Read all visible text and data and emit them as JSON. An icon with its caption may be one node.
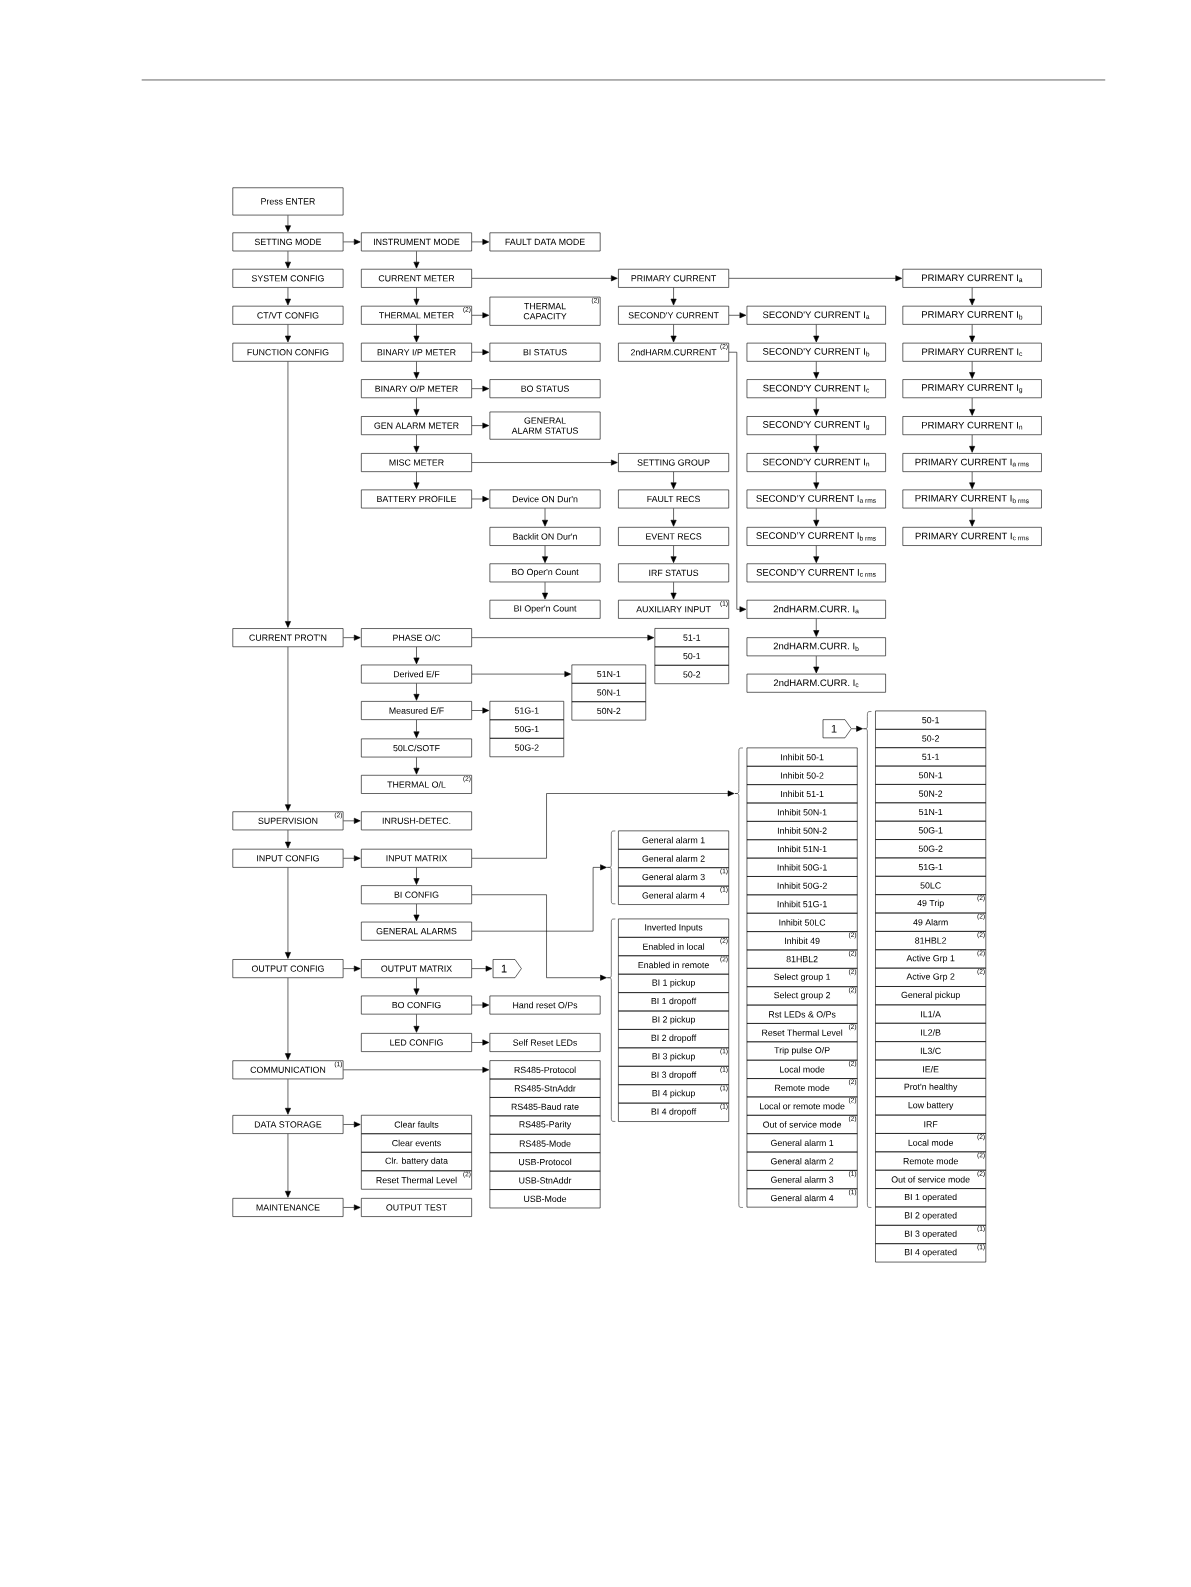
{
  "diagram": {
    "nodes": [
      {
        "text": [
          "Press ENTER"
        ]
      },
      {
        "text": [
          "SETTING MODE"
        ]
      },
      {
        "text": [
          "SYSTEM CONFIG"
        ]
      },
      {
        "text": [
          "CT/VT CONFIG"
        ]
      },
      {
        "text": [
          "FUNCTION CONFIG"
        ]
      },
      {
        "text": [
          "CURRENT PROT'N"
        ]
      },
      {
        "text": [
          "SUPERVISION",
          "(2)"
        ]
      },
      {
        "text": [
          "INPUT CONFIG"
        ]
      },
      {
        "text": [
          "OUTPUT CONFIG"
        ]
      },
      {
        "text": [
          "COMMUNICATION",
          "(1)"
        ]
      },
      {
        "text": [
          "DATA STORAGE"
        ]
      },
      {
        "text": [
          "MAINTENANCE"
        ]
      },
      {
        "text": [
          "INSTRUMENT MODE"
        ]
      },
      {
        "text": [
          "CURRENT METER"
        ]
      },
      {
        "text": [
          "THERMAL METER",
          "(2)"
        ]
      },
      {
        "text": [
          "BINARY I/P METER"
        ]
      },
      {
        "text": [
          "BINARY O/P METER"
        ]
      },
      {
        "text": [
          "GEN ALARM METER"
        ]
      },
      {
        "text": [
          "MISC METER"
        ]
      },
      {
        "text": [
          "BATTERY PROFILE"
        ]
      },
      {
        "text": [
          "PHASE O/C"
        ]
      },
      {
        "text": [
          "Derived E/F"
        ]
      },
      {
        "text": [
          "Measured E/F"
        ]
      },
      {
        "text": [
          "50LC/SOTF"
        ]
      },
      {
        "text": [
          "THERMAL O/L",
          "(2)"
        ]
      },
      {
        "text": [
          "INRUSH-DETEC."
        ]
      },
      {
        "text": [
          "INPUT MATRIX"
        ]
      },
      {
        "text": [
          "BI CONFIG"
        ]
      },
      {
        "text": [
          "GENERAL ALARMS"
        ]
      },
      {
        "text": [
          "OUTPUT MATRIX"
        ]
      },
      {
        "text": [
          "BO CONFIG"
        ]
      },
      {
        "text": [
          "LED CONFIG"
        ]
      },
      {
        "text": [
          "Clear faults"
        ]
      },
      {
        "text": [
          "Clear events"
        ]
      },
      {
        "text": [
          "Clr. battery data"
        ]
      },
      {
        "text": [
          "Reset Thermal Level",
          "(2)"
        ]
      },
      {
        "text": [
          "OUTPUT TEST"
        ]
      },
      {
        "text": [
          "FAULT DATA MODE"
        ]
      },
      {
        "text": [
          "THERMAL CAPACITY",
          "(2)"
        ]
      },
      {
        "text": [
          "BI STATUS"
        ]
      },
      {
        "text": [
          "BO STATUS"
        ]
      },
      {
        "text": [
          "GENERAL ALARM STATUS"
        ]
      },
      {
        "text": [
          "Device ON Dur'n"
        ]
      },
      {
        "text": [
          "Backlit ON Dur'n"
        ]
      },
      {
        "text": [
          "BO Oper'n Count"
        ]
      },
      {
        "text": [
          "BI Oper'n Count"
        ]
      },
      {
        "text": [
          "51G-1"
        ]
      },
      {
        "text": [
          "50G-1"
        ]
      },
      {
        "text": [
          "50G-2"
        ]
      },
      {
        "text": [
          "Hand reset O/Ps"
        ]
      },
      {
        "text": [
          "Self Reset LEDs"
        ]
      },
      {
        "text": [
          "RS485-Protocol"
        ]
      },
      {
        "text": [
          "RS485-StnAddr"
        ]
      },
      {
        "text": [
          "RS485-Baud rate"
        ]
      },
      {
        "text": [
          "RS485-Parity"
        ]
      },
      {
        "text": [
          "RS485-Mode"
        ]
      },
      {
        "text": [
          "USB-Protocol"
        ]
      },
      {
        "text": [
          "USB-StnAddr"
        ]
      },
      {
        "text": [
          "USB-Mode"
        ]
      },
      {
        "text": [
          "1"
        ]
      },
      {
        "text": [
          "PRIMARY CURRENT"
        ]
      },
      {
        "text": [
          "SECOND'Y CURRENT"
        ]
      },
      {
        "text": [
          "2ndHARM.CURRENT",
          "(2)"
        ]
      },
      {
        "text": [
          "SETTING GROUP"
        ]
      },
      {
        "text": [
          "FAULT RECS"
        ]
      },
      {
        "text": [
          "EVENT RECS"
        ]
      },
      {
        "text": [
          "IRF STATUS"
        ]
      },
      {
        "text": [
          "AUXILIARY INPUT",
          "(1)"
        ]
      },
      {
        "text": [
          "51N-1"
        ]
      },
      {
        "text": [
          "50N-1"
        ]
      },
      {
        "text": [
          "50N-2"
        ]
      },
      {
        "text": [
          "51-1"
        ]
      },
      {
        "text": [
          "50-1"
        ]
      },
      {
        "text": [
          "50-2"
        ]
      },
      {
        "text": [],
        "shape": "brace"
      },
      {
        "text": [
          "General alarm 1"
        ]
      },
      {
        "text": [
          "General alarm 2"
        ]
      },
      {
        "text": [
          "General alarm 3",
          "(1)"
        ]
      },
      {
        "text": [
          "General alarm 4",
          "(1)"
        ]
      },
      {
        "text": [],
        "shape": "brace"
      },
      {
        "text": [
          "Inverted Inputs"
        ]
      },
      {
        "text": [
          "Enabled in local",
          "(2)"
        ]
      },
      {
        "text": [
          "Enabled in remote",
          "(2)"
        ]
      },
      {
        "text": [
          "BI 1 pickup"
        ]
      },
      {
        "text": [
          "BI 1 dropoff"
        ]
      },
      {
        "text": [
          "BI 2 pickup"
        ]
      },
      {
        "text": [
          "BI 2 dropoff"
        ]
      },
      {
        "text": [
          "BI 3 pickup",
          "(1)"
        ]
      },
      {
        "text": [
          "BI 3 dropoff",
          "(1)"
        ]
      },
      {
        "text": [
          "BI 4 pickup",
          "(1)"
        ]
      },
      {
        "text": [
          "BI 4 dropoff",
          "(1)"
        ]
      },
      {
        "text": [
          "SECOND'Y CURRENT I$_{a}$"
        ]
      },
      {
        "text": [
          "SECOND'Y CURRENT I$_{b}$"
        ]
      },
      {
        "text": [
          "SECOND'Y CURRENT I$_{c}$"
        ]
      },
      {
        "text": [
          "SECOND'Y CURRENT I$_{g}$"
        ]
      },
      {
        "text": [
          "SECOND'Y CURRENT I$_{n}$"
        ]
      },
      {
        "text": [
          "\\text{SECOND'Y CURRENT I}_{\\text{a rms}}"
        ]
      },
      {
        "text": [
          "\\text{SECOND'Y CURRENT I}_{\\text{b rms}}"
        ]
      },
      {
        "text": [
          "\\text{SECOND'Y CURRENT I}_{\\text{c rms}}"
        ]
      },
      {
        "text": [
          "2ndHARM.CURR. I$_{a}$"
        ]
      },
      {
        "text": [
          "2ndHARM.CURR. I$_{b}$"
        ]
      },
      {
        "text": [
          "2ndHARM.CURR. I$_{c}$"
        ]
      },
      {
        "text": [],
        "shape": "brace"
      },
      {
        "text": [
          "Inhibit 50-1"
        ]
      },
      {
        "text": [
          "Inhibit 50-2"
        ]
      },
      {
        "text": [
          "Inhibit 51-1"
        ]
      },
      {
        "text": [
          "Inhibit 50N-1"
        ]
      },
      {
        "text": [
          "Inhibit 50N-2"
        ]
      },
      {
        "text": [
          "Inhibit 51N-1"
        ]
      },
      {
        "text": [
          "Inhibit 50G-1"
        ]
      },
      {
        "text": [
          "Inhibit 50G-2"
        ]
      },
      {
        "text": [
          "Inhibit 51G-1"
        ]
      },
      {
        "text": [
          "Inhibit 50LC"
        ]
      },
      {
        "text": [
          "Inhibit 49",
          "(2)"
        ]
      },
      {
        "text": [
          "81HBL2",
          "(2)"
        ]
      },
      {
        "text": [
          "Select group 1",
          "(2)"
        ]
      },
      {
        "text": [
          "Select group 2",
          "(2)"
        ]
      },
      {
        "text": [
          "Rst LEDs & O/Ps"
        ]
      },
      {
        "text": [
          "Reset Thermal Level",
          "(2)"
        ]
      },
      {
        "text": [
          "Trip pulse O/P"
        ]
      },
      {
        "text": [
          "Local mode",
          "(2)"
        ]
      },
      {
        "text": [
          "Remote mode",
          "(2)"
        ]
      },
      {
        "text": [
          "Local or remote mode",
          "(2)"
        ]
      },
      {
        "text": [
          "Out of service mode",
          "(2)"
        ]
      },
      {
        "text": [
          "General alarm 1"
        ]
      },
      {
        "text": [
          "General alarm 2"
        ]
      },
      {
        "text": [
          "General alarm 3",
          "(1)"
        ]
      },
      {
        "text": [
          "General alarm 4",
          "(1)"
        ]
      },
      {
        "text": [
          "PRIMARY CURRENT I$_{a}$"
        ]
      },
      {
        "text": [
          "PRIMARY CURRENT I$_{b}$"
        ]
      },
      {
        "text": [
          "PRIMARY CURRENT I$_{c}$"
        ]
      },
      {
        "text": [
          "PRIMARY CURRENT I$_{g}$"
        ]
      },
      {
        "text": [
          "PRIMARY CURRENT I$_{n}$"
        ]
      },
      {
        "text": [
          "\\text{PRIMARY CURRENT I}_{\\text{a rms}}"
        ]
      },
      {
        "text": [
          "\\text{PRIMARY CURRENT I}_{\\text{b rms}}"
        ]
      },
      {
        "text": [
          "\\text{PRIMARY CURRENT I}_{\\text{c rms}}"
        ]
      },
      {
        "text": [
          "1"
        ]
      },
      {
        "text": [],
        "shape": "brace"
      },
      {
        "text": [
          "50-1"
        ]
      },
      {
        "text": [
          "50-2"
        ]
      },
      {
        "text": [
          "51-1"
        ]
      },
      {
        "text": [
          "50N-1"
        ]
      },
      {
        "text": [
          "50N-2"
        ]
      },
      {
        "text": [
          "51N-1"
        ]
      },
      {
        "text": [
          "50G-1"
        ]
      },
      {
        "text": [
          "50G-2"
        ]
      },
      {
        "text": [
          "51G-1"
        ]
      },
      {
        "text": [
          "50LC"
        ]
      },
      {
        "text": [
          "49 Trip",
          "(2)"
        ]
      },
      {
        "text": [
          "49 Alarm",
          "(2)"
        ]
      },
      {
        "text": [
          "81HBL2",
          "(2)"
        ]
      },
      {
        "text": [
          "Active Grp 1",
          "(2)"
        ]
      },
      {
        "text": [
          "Active Grp 2",
          "(2)"
        ]
      },
      {
        "text": [
          "General pickup"
        ]
      },
      {
        "text": [
          "IL1/A"
        ]
      },
      {
        "text": [
          "IL2/B"
        ]
      },
      {
        "text": [
          "IL3/C"
        ]
      },
      {
        "text": [
          "IE/E"
        ]
      },
      {
        "text": [
          "Prot'n healthy"
        ]
      },
      {
        "text": [
          "Low battery"
        ]
      },
      {
        "text": [
          "IRF"
        ]
      },
      {
        "text": [
          "Local mode",
          "(2)"
        ]
      },
      {
        "text": [
          "Remote mode",
          "(2)"
        ]
      },
      {
        "text": [
          "Out of service mode",
          "(2)"
        ]
      },
      {
        "text": [
          "BI 1 operated"
        ]
      },
      {
        "text": [
          "BI 2 operated"
        ]
      },
      {
        "text": [
          "BI 3 operated",
          "(1)"
        ]
      },
      {
        "text": [
          "BI 4 operated",
          "(1)"
        ]
      }
    ],
    "edges": [
      {
        "from": 0,
        "to": 1,
        "arrow": "to"
      },
      {
        "from": 1,
        "to": 2,
        "arrow": "to"
      },
      {
        "from": 2,
        "to": 3,
        "arrow": "to"
      },
      {
        "from": 3,
        "to": 4,
        "arrow": "to"
      },
      {
        "from": 4,
        "to": 5,
        "arrow": "to"
      },
      {
        "from": 5,
        "to": 6,
        "arrow": "to"
      },
      {
        "from": 6,
        "to": 7,
        "arrow": "to"
      },
      {
        "from": 7,
        "to": 8,
        "arrow": "to"
      },
      {
        "from": 8,
        "to": 9,
        "arrow": "to"
      },
      {
        "from": 9,
        "to": 10,
        "arrow": "to"
      },
      {
        "from": 10,
        "to": 11,
        "arrow": "to"
      },
      {
        "from": 1,
        "to": 12,
        "arrow": "to"
      },
      {
        "from": 12,
        "to": 37,
        "arrow": "to"
      },
      {
        "from": 12,
        "to": 13,
        "arrow": "to"
      },
      {
        "from": 13,
        "to": 14,
        "arrow": "to"
      },
      {
        "from": 14,
        "to": 15,
        "arrow": "to"
      },
      {
        "from": 15,
        "to": 16,
        "arrow": "to"
      },
      {
        "from": 16,
        "to": 17,
        "arrow": "to"
      },
      {
        "from": 17,
        "to": 18,
        "arrow": "to"
      },
      {
        "from": 18,
        "to": 19,
        "arrow": "to"
      },
      {
        "from": 14,
        "to": 38,
        "arrow": "to"
      },
      {
        "from": 15,
        "to": 39,
        "arrow": "to"
      },
      {
        "from": 16,
        "to": 40,
        "arrow": "to"
      },
      {
        "from": 17,
        "to": 41,
        "arrow": "to"
      },
      {
        "from": 19,
        "to": 42,
        "arrow": "to"
      },
      {
        "from": 42,
        "to": 43,
        "arrow": "to"
      },
      {
        "from": 43,
        "to": 44,
        "arrow": "to"
      },
      {
        "from": 44,
        "to": 45,
        "arrow": "to"
      },
      {
        "from": 13,
        "to": 60,
        "arrow": "to"
      },
      {
        "from": 60,
        "to": 128,
        "arrow": "to"
      },
      {
        "from": 128,
        "to": 129,
        "arrow": "to"
      },
      {
        "from": 129,
        "to": 130,
        "arrow": "to"
      },
      {
        "from": 130,
        "to": 131,
        "arrow": "to"
      },
      {
        "from": 131,
        "to": 132,
        "arrow": "to"
      },
      {
        "from": 132,
        "to": 133,
        "arrow": "to"
      },
      {
        "from": 133,
        "to": 134,
        "arrow": "to"
      },
      {
        "from": 134,
        "to": 135,
        "arrow": "to"
      },
      {
        "from": 60,
        "to": 61,
        "arrow": "to"
      },
      {
        "from": 61,
        "to": 62,
        "arrow": "to"
      },
      {
        "from": 61,
        "to": 91,
        "arrow": "to"
      },
      {
        "from": 91,
        "to": 92,
        "arrow": "to"
      },
      {
        "from": 92,
        "to": 93,
        "arrow": "to"
      },
      {
        "from": 93,
        "to": 94,
        "arrow": "to"
      },
      {
        "from": 94,
        "to": 95,
        "arrow": "to"
      },
      {
        "from": 95,
        "to": 96,
        "arrow": "to"
      },
      {
        "from": 96,
        "to": 97,
        "arrow": "to"
      },
      {
        "from": 97,
        "to": 98,
        "arrow": "to"
      },
      {
        "from": 62,
        "to": 99,
        "arrow": "to"
      },
      {
        "from": 99,
        "to": 100,
        "arrow": "to"
      },
      {
        "from": 100,
        "to": 101,
        "arrow": "to"
      },
      {
        "from": 18,
        "to": 63,
        "arrow": "to"
      },
      {
        "from": 63,
        "to": 64,
        "arrow": "to"
      },
      {
        "from": 64,
        "to": 65,
        "arrow": "to"
      },
      {
        "from": 65,
        "to": 66,
        "arrow": "to"
      },
      {
        "from": 66,
        "to": 67,
        "arrow": "to"
      },
      {
        "from": 5,
        "to": 20,
        "arrow": "to"
      },
      {
        "from": 20,
        "to": 21,
        "arrow": "to"
      },
      {
        "from": 21,
        "to": 22,
        "arrow": "to"
      },
      {
        "from": 22,
        "to": 23,
        "arrow": "to"
      },
      {
        "from": 23,
        "to": 24,
        "arrow": "to"
      },
      {
        "from": 20,
        "to": 71,
        "arrow": "to"
      },
      {
        "from": 21,
        "to": 68,
        "arrow": "to"
      },
      {
        "from": 22,
        "to": 46,
        "arrow": "to"
      },
      {
        "from": 6,
        "to": 25,
        "arrow": "to"
      },
      {
        "from": 7,
        "to": 26,
        "arrow": "to"
      },
      {
        "from": 26,
        "to": 27,
        "arrow": "to"
      },
      {
        "from": 27,
        "to": 28,
        "arrow": "to"
      },
      {
        "from": 26,
        "to": 102,
        "arrow": "to"
      },
      {
        "from": 27,
        "to": 79,
        "arrow": "to"
      },
      {
        "from": 28,
        "to": 74,
        "arrow": "to"
      },
      {
        "from": 8,
        "to": 29,
        "arrow": "to"
      },
      {
        "from": 29,
        "to": 30,
        "arrow": "to"
      },
      {
        "from": 30,
        "to": 31,
        "arrow": "to"
      },
      {
        "from": 29,
        "to": 59,
        "arrow": "to"
      },
      {
        "from": 30,
        "to": 49,
        "arrow": "to"
      },
      {
        "from": 31,
        "to": 50,
        "arrow": "to"
      },
      {
        "from": 9,
        "to": 51,
        "arrow": "to"
      },
      {
        "from": 10,
        "to": 32,
        "arrow": "to"
      },
      {
        "from": 11,
        "to": 36,
        "arrow": "to"
      },
      {
        "from": 136,
        "to": 137,
        "arrow": "to"
      }
    ]
  }
}
